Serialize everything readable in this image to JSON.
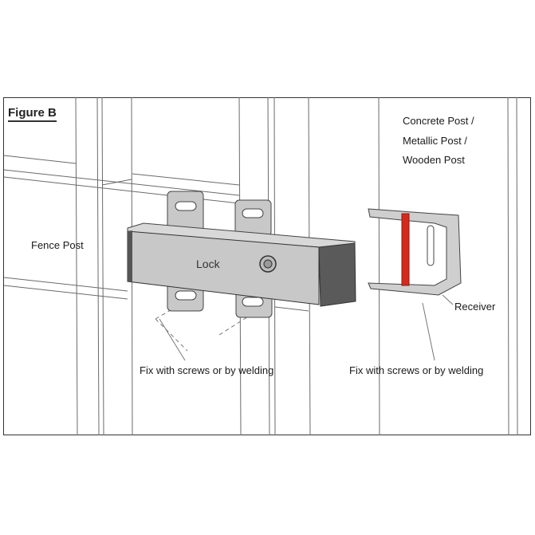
{
  "figure": {
    "title": "Figure B",
    "post_types": [
      "Concrete Post /",
      "Metallic Post /",
      "Wooden Post"
    ],
    "labels": {
      "fence_post": "Fence Post",
      "lock": "Lock",
      "receiver": "Receiver",
      "fix_left": "Fix with screws or by welding",
      "fix_right": "Fix with screws or by welding"
    },
    "colors": {
      "line": "#555555",
      "metal": "#c8c8c8",
      "metal_dark": "#5a5a5a",
      "bolt": "#d42a1e",
      "frame": "#333333"
    }
  }
}
